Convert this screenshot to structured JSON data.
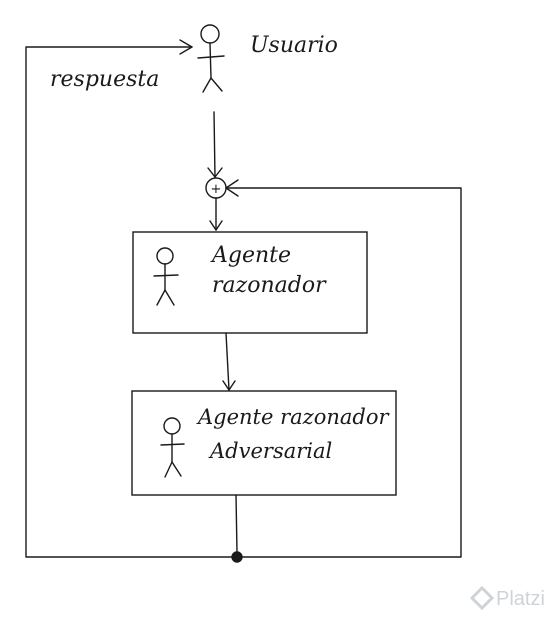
{
  "labels": {
    "usuario": "Usuario",
    "respuesta": "respuesta",
    "agente_line1": "Agente",
    "agente_line2": "razonador",
    "adversarial_line1": "Agente razonador",
    "adversarial_line2": "Adversarial",
    "sum_symbol": "+"
  },
  "watermark": {
    "text": "Platzi",
    "icon": "platzi-logo-icon"
  },
  "colors": {
    "ink": "#1a1a1a",
    "watermark": "#cfd3d6"
  }
}
